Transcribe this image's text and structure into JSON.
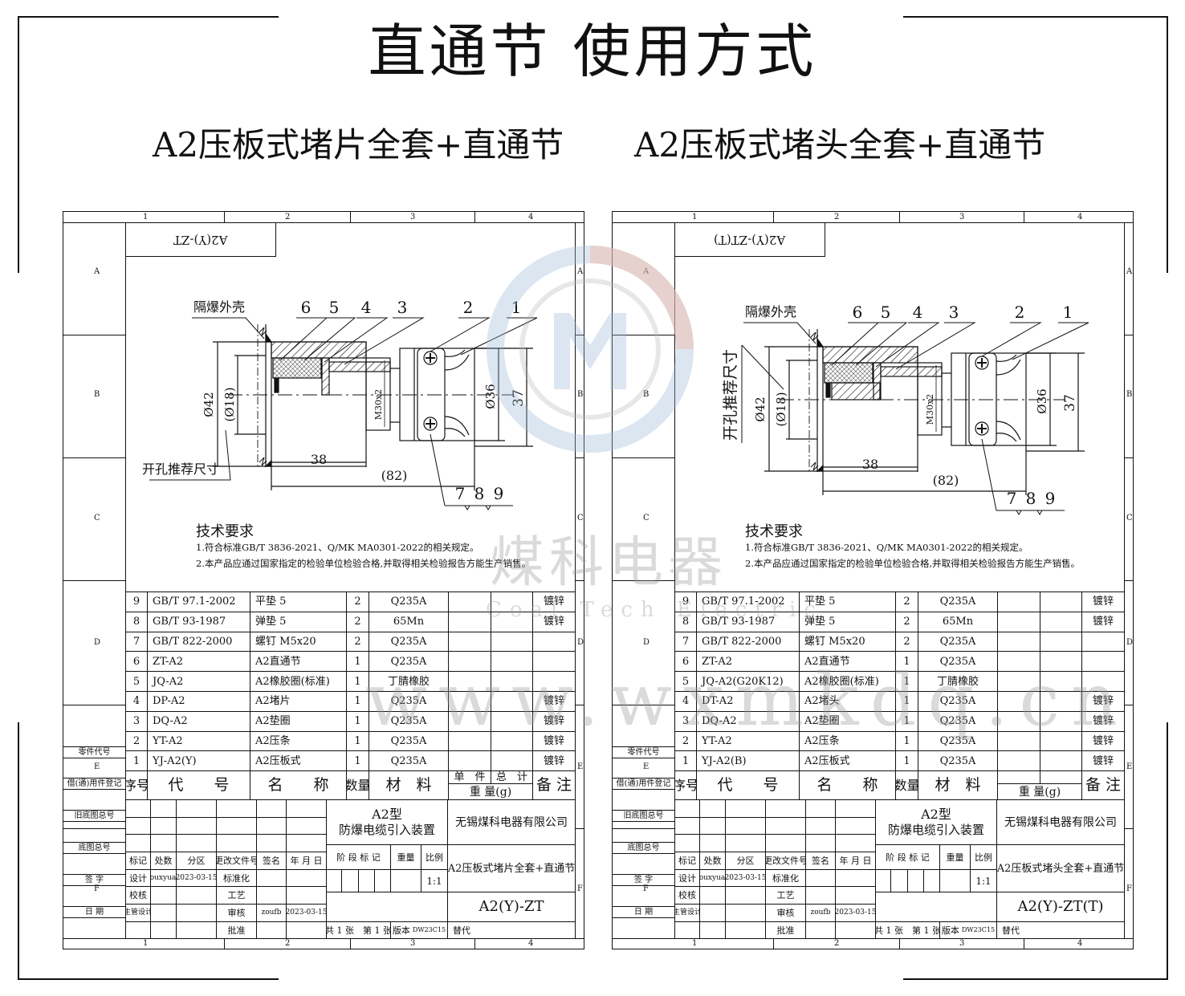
{
  "title": "直通节 使用方式",
  "watermark": {
    "brand_cn": "煤科电器",
    "brand_en": "Coal Tech Electric",
    "url": "www.wxmkdq.cn",
    "colors": {
      "blue": "#9bb6d8",
      "red": "#f2b9a6",
      "gray": "#b0b0b0"
    }
  },
  "common": {
    "zone_cols": [
      "1",
      "2",
      "3",
      "4"
    ],
    "zone_rows": [
      "A",
      "B",
      "C",
      "D",
      "E",
      "F"
    ],
    "side_labels": [
      "零件代号",
      "借(通)用件登记",
      "旧底图总号",
      "底图总号",
      "签 字",
      "日 期"
    ],
    "tech_title": "技术要求",
    "tech_lines": [
      "1.符合标准GB/T 3836-2021、Q/MK MA0301-2022的相关规定。",
      "2.本产品应通过国家指定的检验单位检验合格,并取得相关检验报告方能生产销售。"
    ],
    "drawing_labels": {
      "shell": "隔爆外壳",
      "hole": "开孔推荐尺寸",
      "balloons": [
        "6",
        "5",
        "4",
        "3",
        "2",
        "1"
      ],
      "balloons_bottom": [
        "7",
        "8",
        "9"
      ],
      "dims": {
        "d42": "Ø42",
        "d18": "(Ø18)",
        "thread": "M30x2",
        "d36": "Ø36",
        "h37": "37",
        "l38": "38",
        "l82": "(82)"
      }
    },
    "table_header": {
      "seq": "序号",
      "code": "代　　号",
      "name": "名　　称",
      "qty": "数量",
      "material": "材　料",
      "weight": "重 量(g)",
      "remark": "备 注"
    },
    "title_block": {
      "headers": [
        "标记",
        "处数",
        "分区",
        "更改文件号",
        "签名",
        "年 月 日"
      ],
      "design": "设计",
      "designer": "zouxyuan",
      "design_date": "2023-03-15",
      "standard": "标准化",
      "check": "校核",
      "process": "工艺",
      "chief": "主管设计",
      "review": "审核",
      "reviewer": "zoufb",
      "review_date": "2023-03-15",
      "approve": "批准",
      "product_model": "A2型",
      "product_name": "防爆电缆引入装置",
      "stage": "阶 段 标 记",
      "weight": "重量",
      "scale_label": "比例",
      "scale": "1:1",
      "sheets": "共 1 张　第 1 张",
      "version_label": "版本",
      "version": "DW23C15",
      "company": "无锡煤科电器有限公司",
      "replace": "替代"
    }
  },
  "sheets": [
    {
      "subtitle": "A2压板式堵片全套+直通节",
      "flipped_code": "A2(Y)-ZT",
      "weight_top": [
        "单　件",
        "总　计"
      ],
      "drawing_title": "A2压板式堵片全套+直通节",
      "drawing_no": "A2(Y)-ZT",
      "parts": [
        {
          "no": "9",
          "code": "GB/T 97.1-2002",
          "name": "平垫 5",
          "qty": "2",
          "material": "Q235A",
          "remark": "镀锌"
        },
        {
          "no": "8",
          "code": "GB/T 93-1987",
          "name": "弹垫 5",
          "qty": "2",
          "material": "65Mn",
          "remark": "镀锌"
        },
        {
          "no": "7",
          "code": "GB/T 822-2000",
          "name": "螺钉 M5x20",
          "qty": "2",
          "material": "Q235A",
          "remark": ""
        },
        {
          "no": "6",
          "code": "ZT-A2",
          "name": "A2直通节",
          "qty": "1",
          "material": "Q235A",
          "remark": ""
        },
        {
          "no": "5",
          "code": "JQ-A2",
          "name": "A2橡胶圈(标准)",
          "qty": "1",
          "material": "丁腈橡胶",
          "remark": ""
        },
        {
          "no": "4",
          "code": "DP-A2",
          "name": "A2堵片",
          "qty": "1",
          "material": "Q235A",
          "remark": "镀锌"
        },
        {
          "no": "3",
          "code": "DQ-A2",
          "name": "A2垫圈",
          "qty": "1",
          "material": "Q235A",
          "remark": "镀锌"
        },
        {
          "no": "2",
          "code": "YT-A2",
          "name": "A2压条",
          "qty": "1",
          "material": "Q235A",
          "remark": "镀锌"
        },
        {
          "no": "1",
          "code": "YJ-A2(Y)",
          "name": "A2压板式",
          "qty": "1",
          "material": "Q235A",
          "remark": "镀锌"
        }
      ]
    },
    {
      "subtitle": "A2压板式堵头全套+直通节",
      "flipped_code": "A2(Y)-ZT(T)",
      "weight_top": [
        "",
        ""
      ],
      "drawing_title": "A2压板式堵头全套+直通节",
      "drawing_no": "A2(Y)-ZT(T)",
      "parts": [
        {
          "no": "9",
          "code": "GB/T 97.1-2002",
          "name": "平垫 5",
          "qty": "2",
          "material": "Q235A",
          "remark": "镀锌"
        },
        {
          "no": "8",
          "code": "GB/T 93-1987",
          "name": "弹垫 5",
          "qty": "2",
          "material": "65Mn",
          "remark": "镀锌"
        },
        {
          "no": "7",
          "code": "GB/T 822-2000",
          "name": "螺钉 M5x20",
          "qty": "2",
          "material": "Q235A",
          "remark": ""
        },
        {
          "no": "6",
          "code": "ZT-A2",
          "name": "A2直通节",
          "qty": "1",
          "material": "Q235A",
          "remark": ""
        },
        {
          "no": "5",
          "code": "JQ-A2(G20K12)",
          "name": "A2橡胶圈(标准)",
          "qty": "1",
          "material": "丁腈橡胶",
          "remark": ""
        },
        {
          "no": "4",
          "code": "DT-A2",
          "name": "A2堵头",
          "qty": "1",
          "material": "Q235A",
          "remark": "镀锌"
        },
        {
          "no": "3",
          "code": "DQ-A2",
          "name": "A2垫圈",
          "qty": "1",
          "material": "Q235A",
          "remark": "镀锌"
        },
        {
          "no": "2",
          "code": "YT-A2",
          "name": "A2压条",
          "qty": "1",
          "material": "Q235A",
          "remark": "镀锌"
        },
        {
          "no": "1",
          "code": "YJ-A2(B)",
          "name": "A2压板式",
          "qty": "1",
          "material": "Q235A",
          "remark": "镀锌"
        }
      ]
    }
  ]
}
